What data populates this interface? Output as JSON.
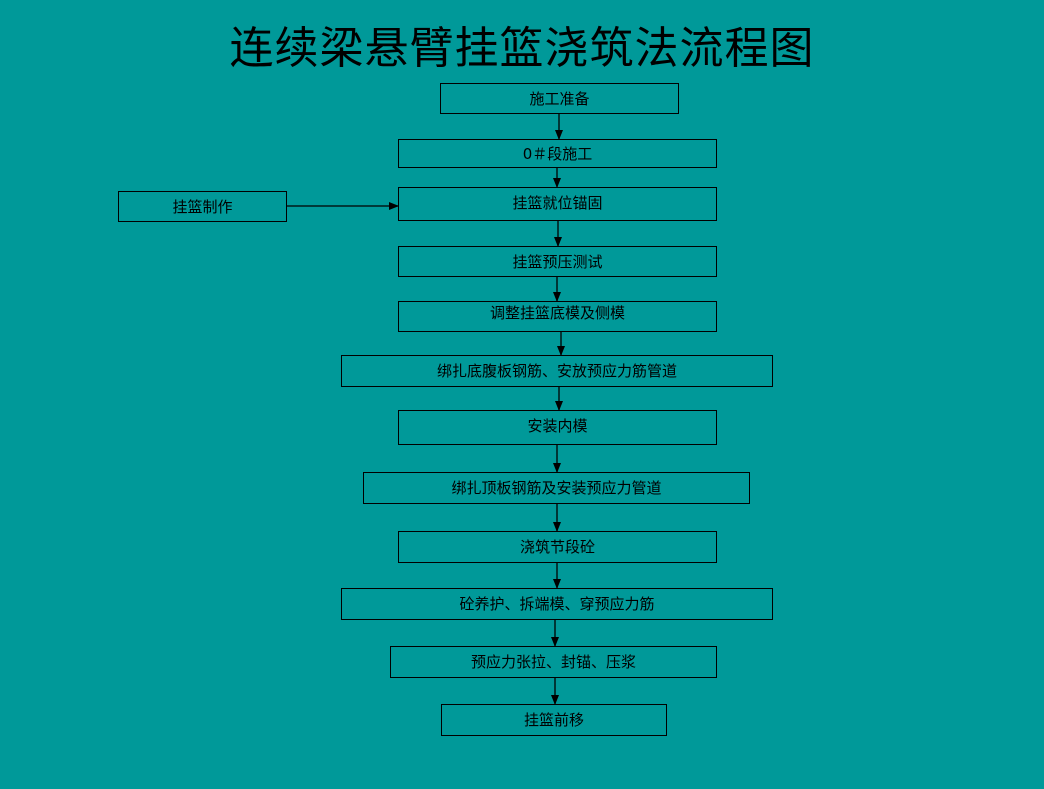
{
  "diagram": {
    "title": "连续梁悬臂挂篮浇筑法流程图",
    "side_step": "挂篮制作",
    "steps": [
      "施工准备",
      "0＃段施工",
      "挂篮就位锚固",
      "挂篮预压测试",
      "调整挂篮底模及侧模",
      "绑扎底腹板钢筋、安放预应力筋管道",
      "安装内模",
      "绑扎顶板钢筋及安装预应力管道",
      "浇筑节段砼",
      "砼养护、拆端模、穿预应力筋",
      "预应力张拉、封锚、压浆",
      "挂篮前移"
    ]
  }
}
